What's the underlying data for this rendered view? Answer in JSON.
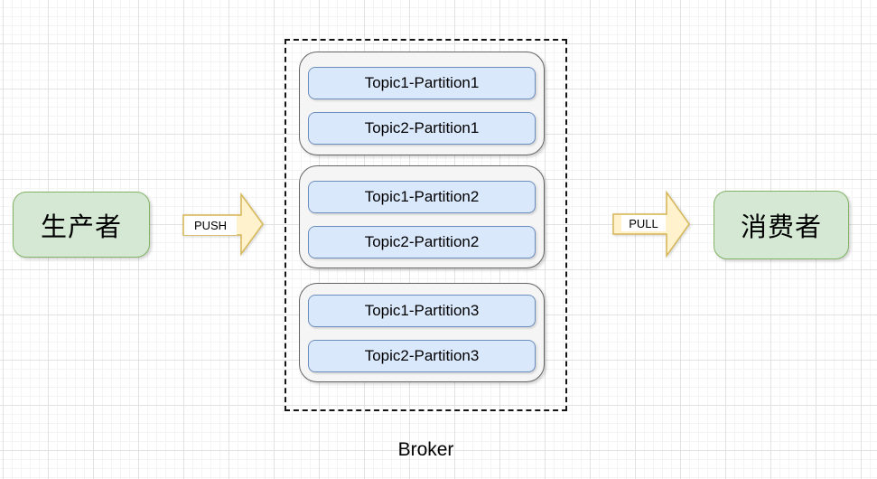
{
  "diagram": {
    "producer": {
      "label": "生产者"
    },
    "consumer": {
      "label": "消费者"
    },
    "push_arrow": {
      "label": "PUSH"
    },
    "pull_arrow": {
      "label": "PULL"
    },
    "broker": {
      "label": "Broker",
      "groups": [
        {
          "partitions": [
            "Topic1-Partition1",
            "Topic2-Partition1"
          ]
        },
        {
          "partitions": [
            "Topic1-Partition2",
            "Topic2-Partition2"
          ]
        },
        {
          "partitions": [
            "Topic1-Partition3",
            "Topic2-Partition3"
          ]
        }
      ]
    },
    "colors": {
      "node_green_fill": "#d5e8d4",
      "node_green_stroke": "#82b366",
      "partition_blue_fill": "#dae8fc",
      "partition_blue_stroke": "#6c8ebf",
      "group_gray_fill": "#f5f5f5",
      "group_gray_stroke": "#666666",
      "arrow_yellow_fill": "#fff2cc",
      "arrow_yellow_stroke": "#d6b656",
      "broker_border": "#141414",
      "grid_minor": "#f4f4f4",
      "grid_major": "#e2e2e2"
    }
  }
}
